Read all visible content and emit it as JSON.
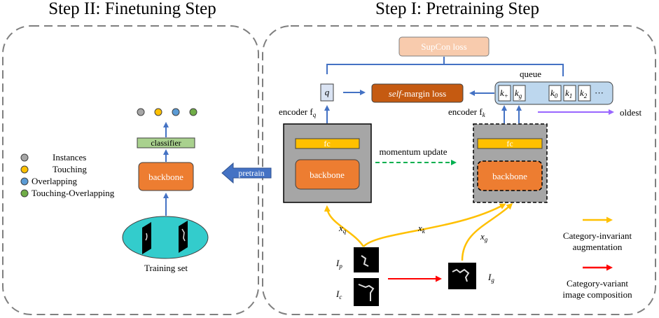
{
  "titles": {
    "finetuning": "Step II: Finetuning Step",
    "pretraining": "Step I: Pretraining Step"
  },
  "legend": {
    "items": [
      {
        "label": "Instances",
        "color": "#a6a6a6"
      },
      {
        "label": "Touching",
        "color": "#ffc000"
      },
      {
        "label": "Overlapping",
        "color": "#5b9bd5"
      },
      {
        "label": "Touching-Overlapping",
        "color": "#70ad47"
      }
    ]
  },
  "finetune": {
    "classifier": "classifier",
    "backbone": "backbone",
    "training_set": "Training set",
    "output_colors": [
      "#a6a6a6",
      "#ffc000",
      "#5b9bd5",
      "#70ad47"
    ]
  },
  "pretrain_arrow": "pretrain",
  "pretrain": {
    "supcon_loss": "SupCon loss",
    "margin_loss_prefix": "self",
    "margin_loss_suffix": "-margin loss",
    "queue_label": "queue",
    "oldest_label": "oldest",
    "q_label": "q",
    "encoder_q": {
      "text": "encoder f",
      "sub": "q"
    },
    "encoder_k": {
      "text": "encoder f",
      "sub": "k"
    },
    "fc": "fc",
    "backbone": "backbone",
    "momentum": "momentum update",
    "queue_cells": [
      {
        "main": "k",
        "sub": "+"
      },
      {
        "main": "k",
        "sub": "g"
      },
      {
        "main": "k",
        "sub": "0"
      },
      {
        "main": "k",
        "sub": "1"
      },
      {
        "main": "k",
        "sub": "2"
      }
    ],
    "queue_ellipsis": "···",
    "xq": {
      "main": "x",
      "sub": "q"
    },
    "xk": {
      "main": "x",
      "sub": "k"
    },
    "xg": {
      "main": "x",
      "sub": "g"
    },
    "ip": {
      "main": "I",
      "sub": "p"
    },
    "ic": {
      "main": "I",
      "sub": "c"
    },
    "ig": {
      "main": "I",
      "sub": "g"
    }
  },
  "aug_legend": {
    "invariant_line1": "Category-invariant",
    "invariant_line2": "augmentation",
    "variant_line1": "Category-variant",
    "variant_line2": "image composition",
    "invariant_color": "#ffc000",
    "variant_color": "#ff0000"
  },
  "colors": {
    "orange": "#ed7d31",
    "fc_yellow": "#ffc000",
    "classifier_green": "#a9d18e",
    "blue_arrow": "#4472c4",
    "teal": "#33cccc",
    "salmon": "#f8cbad",
    "dark_orange": "#c55a11",
    "queue_blue": "#bdd7ee",
    "purple": "#9966ff",
    "green_dash": "#00b050"
  }
}
